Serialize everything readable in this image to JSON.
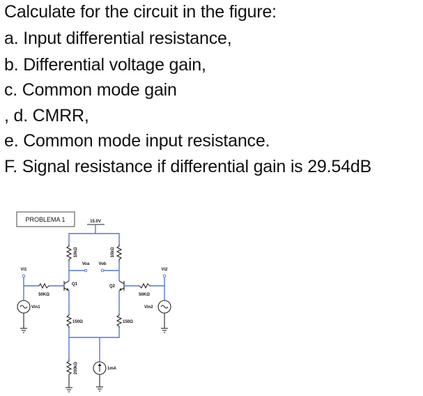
{
  "question": {
    "line0": "Calculate for the circuit in the figure:",
    "line1": " a. Input differential resistance,",
    "line2": " b. Differential voltage gain,",
    "line3": "c. Common mode gain",
    "line4": ", d. CMRR,",
    "line5": "e. Common mode input resistance.",
    "line6": " F. Signal resistance if differential gain is 29.54dB"
  },
  "circuit": {
    "title": "PROBLEMA 1",
    "supply": "15.0V",
    "rc1": "10kΩ",
    "rc2": "10kΩ",
    "voa": "Voa",
    "vob": "Vob",
    "vi1": "Vi1",
    "vi2": "Vi2",
    "q1": "Q1",
    "q2": "Q2",
    "rs1": "50KΩ",
    "rs2": "50KΩ",
    "vin1": "Vin1",
    "vin2": "Vin2",
    "re1": "150Ω",
    "re2": "150Ω",
    "rbias": "200kΩ",
    "isrc": "1mA"
  },
  "colors": {
    "wire": "#5577d6",
    "text": "#111111"
  }
}
